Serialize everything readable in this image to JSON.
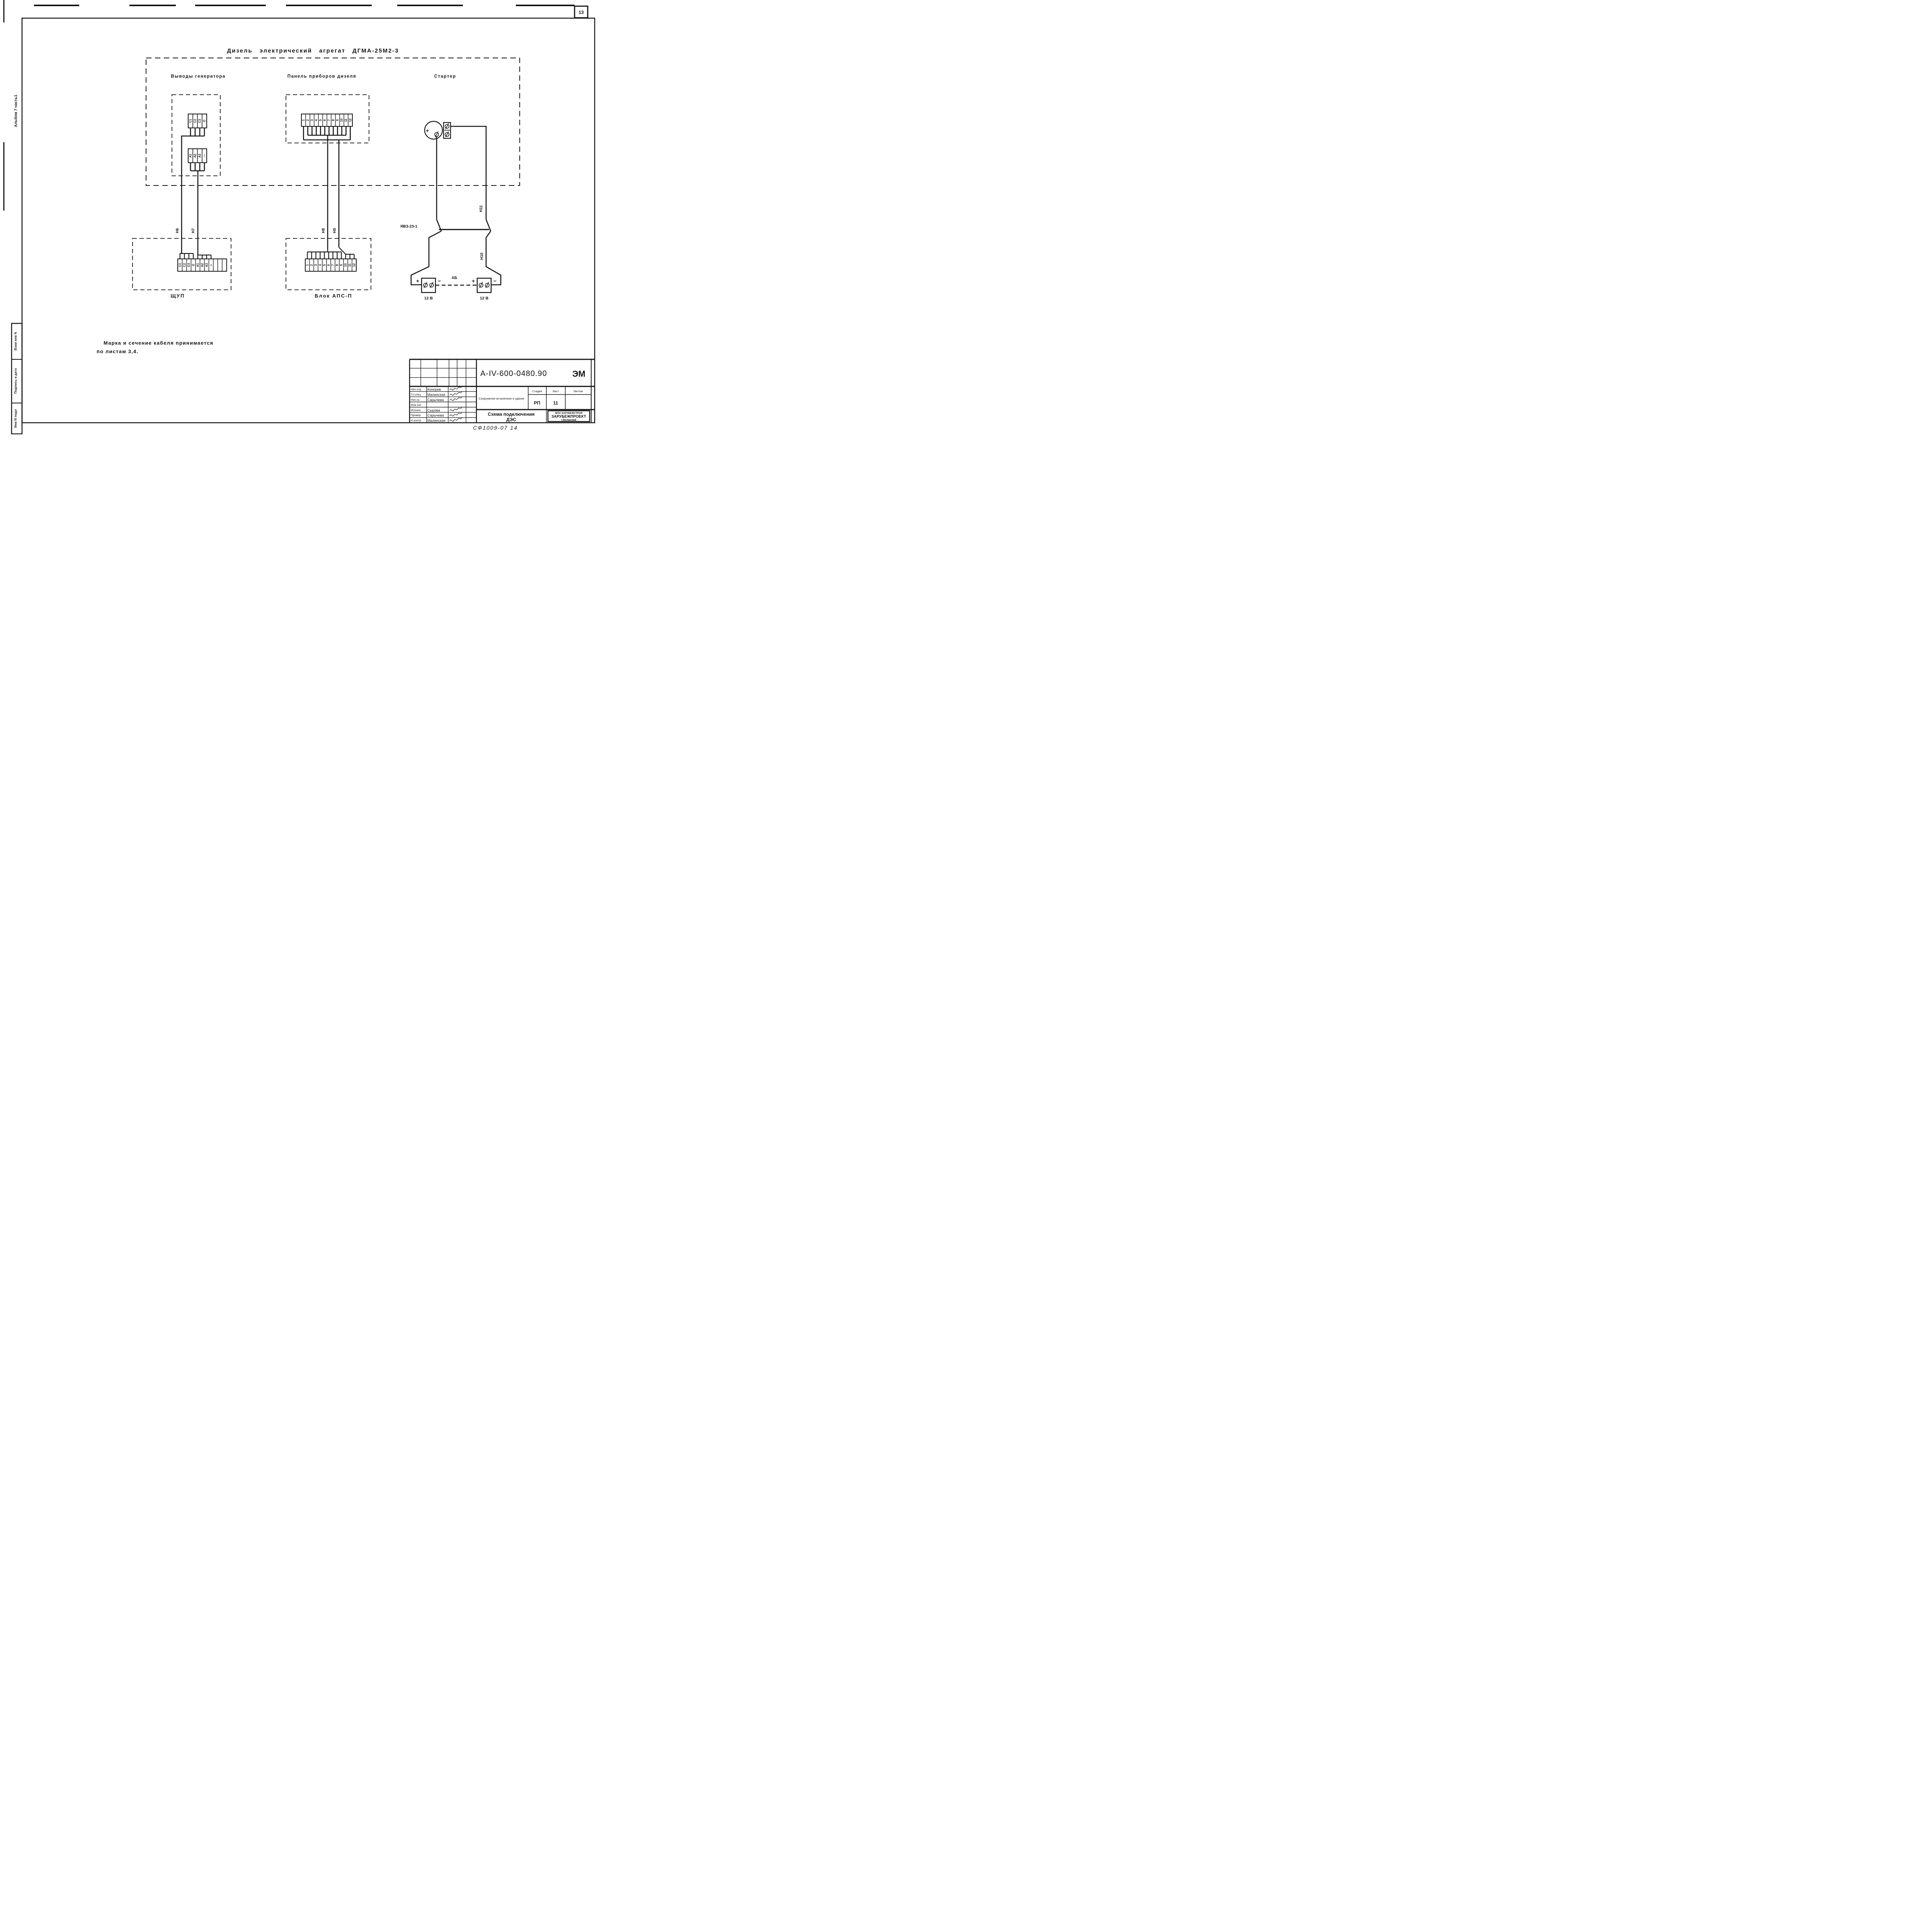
{
  "page": {
    "sheet_number": "13",
    "album_label": "Альбом 7 часть1",
    "footer_code": "СФ1009-07   14"
  },
  "stamp_strip": {
    "items": [
      "Взам инв N",
      "Подпись и дата",
      "Инв N подл"
    ]
  },
  "diagram": {
    "title": "Дизель электрический агрегат ДГМА-25М2-3",
    "generator": {
      "label": "Выводы генератора",
      "block1": [
        "С1",
        "С2",
        "С3",
        "О"
      ],
      "block2": [
        "А1",
        "А2",
        "А3",
        "—"
      ]
    },
    "panel": {
      "label": "Панель приборов дизеля",
      "cells": [
        "1",
        "2",
        "3",
        "4",
        "5",
        "6",
        "7",
        "8",
        "9",
        "10",
        "11",
        "12"
      ]
    },
    "starter": {
      "label": "Стартер",
      "plus": "+"
    },
    "wires": {
      "h6": "Н6",
      "h7": "Н7",
      "h8": "Н8",
      "h9": "Н9",
      "h10": "Н10",
      "h11": "Н11"
    },
    "shchup": {
      "label": "ЩУП",
      "cells": [
        "С1",
        "С2",
        "С3",
        "О",
        "А1",
        "А2",
        "А3",
        "+",
        "",
        "",
        ""
      ]
    },
    "aps": {
      "label": "Блок АПС-П",
      "cells": [
        "1",
        "2",
        "3",
        "4",
        "5",
        "6",
        "7",
        "8",
        "9",
        "10",
        "11",
        "12"
      ]
    },
    "switch_label": "ЯВЗ-23-1",
    "battery": {
      "ab": "АБ",
      "plus": "+",
      "minus": "−",
      "v1": "12 В",
      "v2": "12 В"
    },
    "note_line1": "Марка и сечение кабеля принимается",
    "note_line2": "по листам 3,4."
  },
  "title_block": {
    "doc_number": "А-IV-600-0480.90",
    "doc_type": "ЭМ",
    "object": "Сооружение встроенное в здание",
    "stage_header": "Стадия",
    "sheet_header": "Лист",
    "sheets_header": "Листов",
    "stage": "РП",
    "sheet": "11",
    "sheets": "",
    "title_line1": "Схема подключения",
    "title_line2": "ДЭС",
    "org_line1": "ВПО ЗАРУБЕЖСТРОЯ",
    "org_line2": "ЗАРУБЕЖПРОЕКТ",
    "org_line3": "г.Волжский",
    "rows": [
      {
        "role": "Нач.отд",
        "name": "Конорев"
      },
      {
        "role": "Гл.спец",
        "name": "Малинская"
      },
      {
        "role": "Нач.гр",
        "name": "Сарычева"
      },
      {
        "role": "Инж кат",
        "name": ""
      },
      {
        "role": "Исполн",
        "name": "Сырова"
      },
      {
        "role": "Провер",
        "name": "Сарычева"
      },
      {
        "role": "Н.контр",
        "name": "Малинская"
      }
    ]
  }
}
